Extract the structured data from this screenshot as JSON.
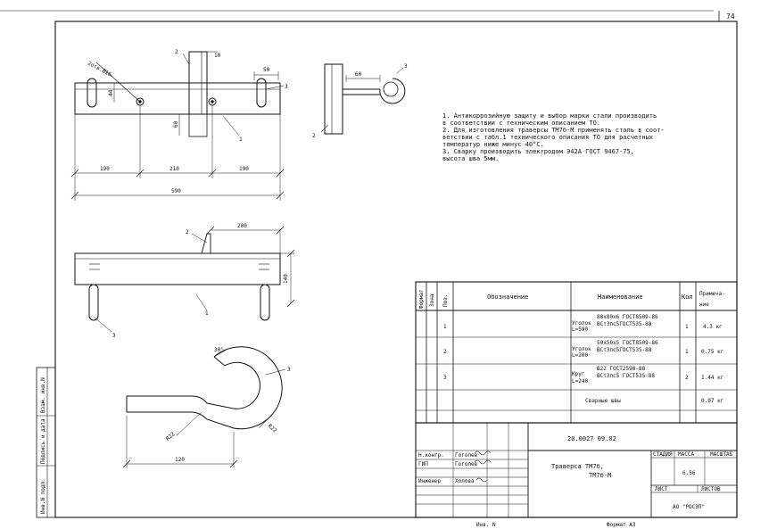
{
  "sheet": {
    "page_number": "74",
    "format": "Формат А3",
    "inv_label": "Инв. N"
  },
  "notes": [
    "1.  Антикоррозийную защиту и выбор марки стали производить",
    "     в соответствии с техническим описанием ТО.",
    "2.  Для изготовления траверсы ТМ7б-М применять сталь в соот-",
    "     ветствии с табл.1 технического описания ТО для расчетных",
    "     температур ниже минус 40°С.",
    "3.  Сварку производить электродом Э42А ГОСТ 9467-75,",
    "     высота шва 5мм."
  ],
  "dims": {
    "top_holes": "2отв.Ø16",
    "d10": "10",
    "d50": "50",
    "d44": "44",
    "d60": "60",
    "d190a": "190",
    "d210": "210",
    "d190b": "190",
    "d590": "590",
    "side_d60": "60",
    "d200": "200",
    "d140": "140",
    "d30": "30°",
    "r22a": "R22",
    "r22b": "R22",
    "d120": "120"
  },
  "leaders": {
    "p1a": "1",
    "p2a": "2",
    "p3a": "3",
    "p2b": "2",
    "p3b": "3",
    "p2c": "2",
    "p1c": "1",
    "p3c": "3",
    "p3d": "3"
  },
  "spec": {
    "headers": {
      "format": "Формат",
      "zone": "Зона",
      "pos": "Поз.",
      "designation": "Обозначение",
      "name": "Наименование",
      "qty": "Кол",
      "note": "Примеча-\nние"
    },
    "rows": [
      {
        "pos": "1",
        "name_a": "Уголок",
        "name_b": "L=590",
        "std_a": "80х80х6  ГОСТ8509-86",
        "std_b": "ВСт3пс5ГОСТ535-88",
        "qty": "1",
        "note": "4.3 кг"
      },
      {
        "pos": "2",
        "name_a": "Уголок",
        "name_b": "L=200",
        "std_a": "50х50х5  ГОСТ8509-86",
        "std_b": "ВСт3пс5ГОСТ535-88",
        "qty": "1",
        "note": "0.75 кг"
      },
      {
        "pos": "3",
        "name_a": "Круг",
        "name_b": "L=240",
        "std_a": "В22  ГОСТ2590-88",
        "std_b": "ВСт3пс5 ГОСТ535-88",
        "qty": "2",
        "note": "1.44 кг"
      }
    ],
    "weld_label": "Сварные швы",
    "weld_note": "0.07 кг"
  },
  "title_block": {
    "doc_code": "20.0027 09.02",
    "rows": [
      {
        "role": "Н.контр.",
        "name": "Гоголев"
      },
      {
        "role": "ГИП",
        "name": "Гоголев"
      },
      {
        "role": "Инженер",
        "name": "Холова"
      }
    ],
    "title_1": "Траверса ТМ7б,",
    "title_2": "ТМ7б-М",
    "stage_label": "СТАДИЯ",
    "mass_label": "МАССА",
    "scale_label": "МАСШТАБ",
    "mass_value": "6.56",
    "sheet_label": "ЛИСТ",
    "sheets_label": "ЛИСТОВ",
    "org": "АО \"РОСЭП\""
  },
  "side_stamp": {
    "inv_orig": "Инв.N подл.",
    "sign_date": "Подпись и дата",
    "replace_inv": "Взам. инв.N"
  }
}
